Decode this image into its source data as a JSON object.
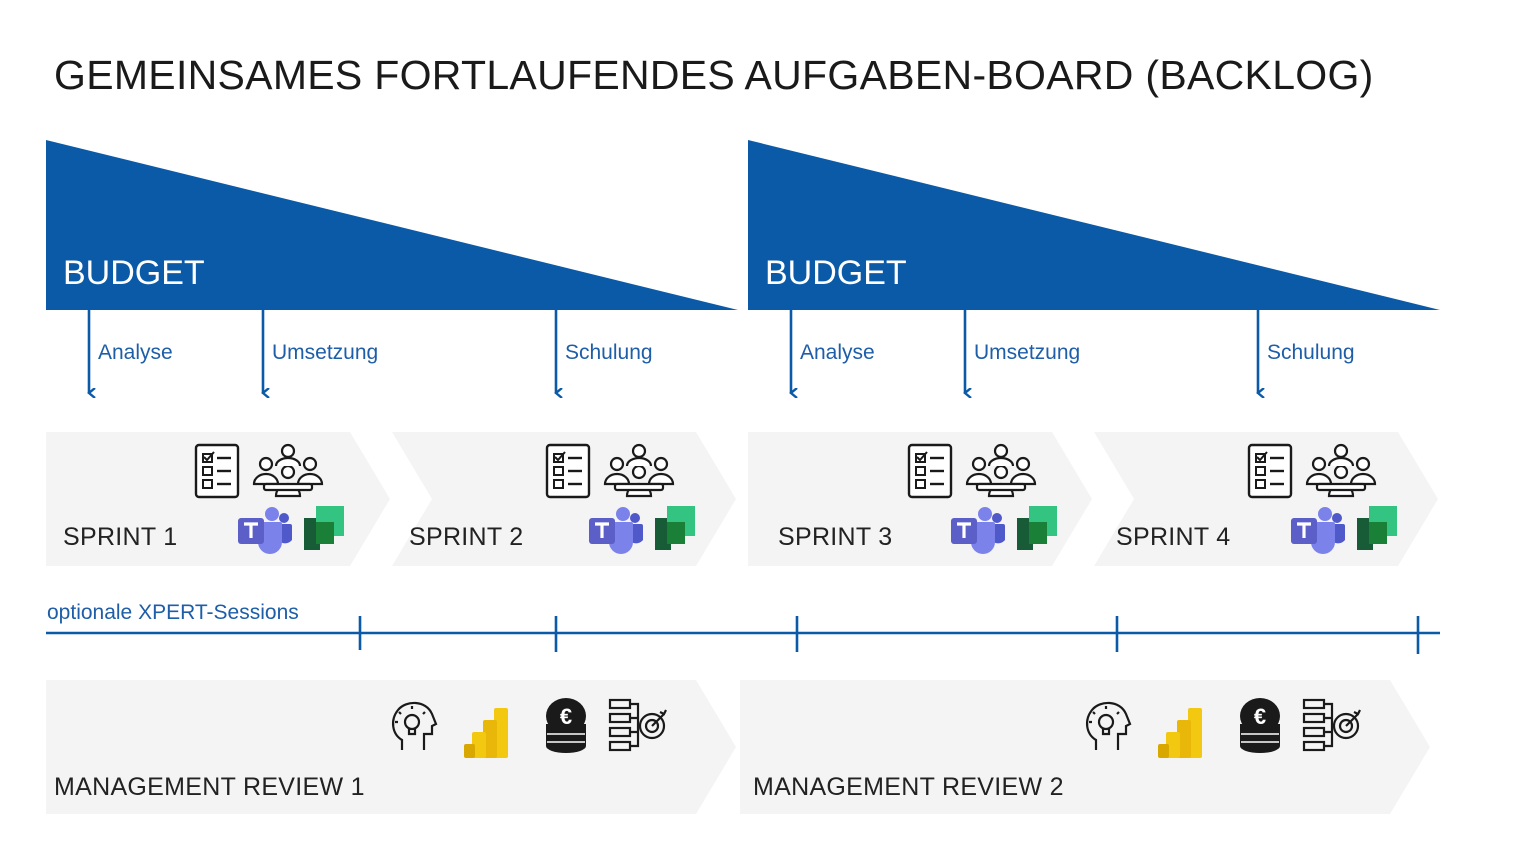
{
  "title": "GEMEINSAMES FORTLAUFENDES AUFGABEN-BOARD (BACKLOG)",
  "colors": {
    "primary_blue": "#0a5aa8",
    "chevron_gray": "#f4f4f4",
    "powerbi_yellow": "#f2c811",
    "planner_green": "#1a7f37",
    "teams_purple": "#5b5fc7"
  },
  "budgets": [
    {
      "label": "BUDGET",
      "phases": [
        "Analyse",
        "Umsetzung",
        "Schulung"
      ]
    },
    {
      "label": "BUDGET",
      "phases": [
        "Analyse",
        "Umsetzung",
        "Schulung"
      ]
    }
  ],
  "sprints": [
    {
      "label": "SPRINT 1",
      "icons": [
        "checklist-icon",
        "team-meeting-icon",
        "teams-icon",
        "planner-icon"
      ]
    },
    {
      "label": "SPRINT 2",
      "icons": [
        "checklist-icon",
        "team-meeting-icon",
        "teams-icon",
        "planner-icon"
      ]
    },
    {
      "label": "SPRINT 3",
      "icons": [
        "checklist-icon",
        "team-meeting-icon",
        "teams-icon",
        "planner-icon"
      ]
    },
    {
      "label": "SPRINT 4",
      "icons": [
        "checklist-icon",
        "team-meeting-icon",
        "teams-icon",
        "planner-icon"
      ]
    }
  ],
  "xpert": {
    "label": "optionale XPERT-Sessions"
  },
  "reviews": [
    {
      "label": "MANAGEMENT REVIEW 1",
      "icons": [
        "idea-head-icon",
        "powerbi-icon",
        "euro-coins-icon",
        "target-structure-icon"
      ]
    },
    {
      "label": "MANAGEMENT REVIEW 2",
      "icons": [
        "idea-head-icon",
        "powerbi-icon",
        "euro-coins-icon",
        "target-structure-icon"
      ]
    }
  ]
}
